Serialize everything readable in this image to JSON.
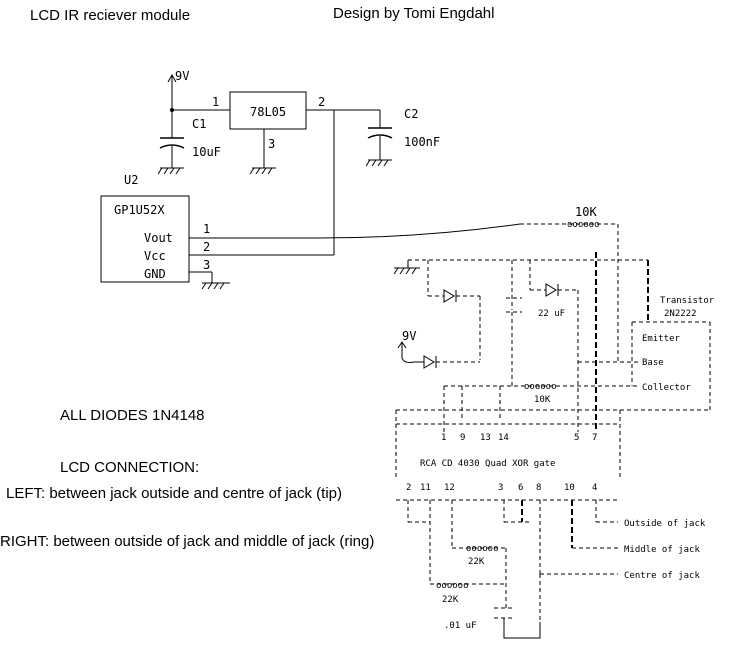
{
  "header": {
    "title": "LCD IR reciever module",
    "credit": "Design by Tomi Engdahl"
  },
  "regulator": {
    "supply": "9V",
    "name": "78L05",
    "pin_in": "1",
    "pin_out": "2",
    "pin_gnd": "3",
    "c1_name": "C1",
    "c1_value": "10uF",
    "c2_name": "C2",
    "c2_value": "100nF"
  },
  "receiver": {
    "ref": "U2",
    "name": "GP1U52X",
    "pins": [
      {
        "num": "1",
        "label": "Vout"
      },
      {
        "num": "2",
        "label": "Vcc"
      },
      {
        "num": "3",
        "label": "GND"
      }
    ]
  },
  "logic": {
    "r_top": "10K",
    "cap_22": "22 uF",
    "supply": "9V",
    "r_mid": "10K",
    "transistor_title": "Transistor",
    "transistor_model": "2N2222",
    "emitter": "Emitter",
    "base": "Base",
    "collector": "Collector",
    "ic_name": "RCA CD 4030 Quad XOR gate",
    "top_pins": [
      "1",
      "9",
      "13",
      "14",
      "5",
      "7"
    ],
    "bottom_pins": [
      "2",
      "11",
      "12",
      "3",
      "6",
      "8",
      "10",
      "4"
    ],
    "r_22k_a": "22K",
    "r_22k_b": "22K",
    "cap_01": ".01 uF",
    "out_outside": "Outside of jack",
    "out_middle": "Middle of jack",
    "out_centre": "Centre of jack"
  },
  "notes": {
    "diodes": "ALL DIODES 1N4148",
    "lcd_heading": "LCD CONNECTION:",
    "left": "LEFT: between jack outside and centre of jack (tip)",
    "right": "RIGHT: between outside of jack and middle of jack (ring)"
  }
}
